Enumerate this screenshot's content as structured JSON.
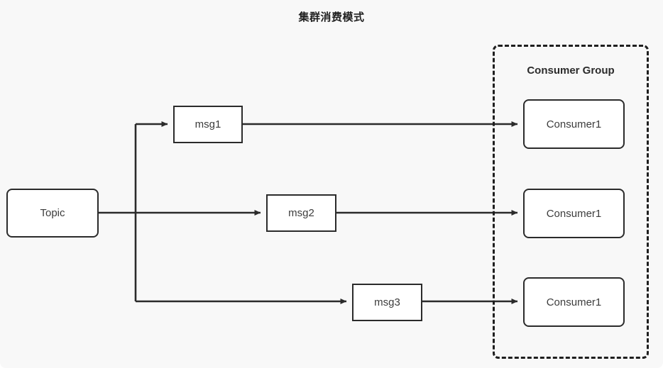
{
  "diagram": {
    "title": "集群消费模式",
    "background_color": "#f8f8f8",
    "stroke_color": "#2b2b2b",
    "text_color": "#3c3c3c"
  },
  "nodes": {
    "topic": {
      "label": "Topic",
      "shape": "rounded-rect"
    },
    "messages": [
      {
        "label": "msg1",
        "shape": "rect"
      },
      {
        "label": "msg2",
        "shape": "rect"
      },
      {
        "label": "msg3",
        "shape": "rect"
      }
    ],
    "consumers": [
      {
        "label": "Consumer1",
        "shape": "rounded-rect"
      },
      {
        "label": "Consumer1",
        "shape": "rounded-rect"
      },
      {
        "label": "Consumer1",
        "shape": "rounded-rect"
      }
    ]
  },
  "group": {
    "label": "Consumer Group",
    "border_style": "dashed",
    "border_color": "#1f1f1f"
  },
  "edges": [
    {
      "from": "topic",
      "to": "msg1",
      "arrow": true
    },
    {
      "from": "topic",
      "to": "msg2",
      "arrow": true
    },
    {
      "from": "topic",
      "to": "msg3",
      "arrow": true
    },
    {
      "from": "msg1",
      "to": "consumer-1",
      "arrow": true
    },
    {
      "from": "msg2",
      "to": "consumer-2",
      "arrow": true
    },
    {
      "from": "msg3",
      "to": "consumer-3",
      "arrow": true
    }
  ]
}
